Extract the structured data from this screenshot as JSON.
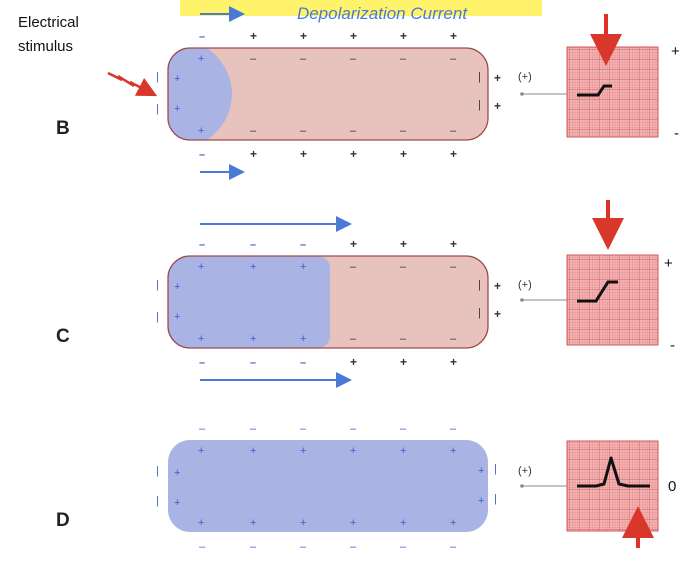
{
  "title": "Depolarization Current",
  "stimulus_label": [
    "Electrical",
    "stimulus"
  ],
  "panels": [
    {
      "label": "B",
      "ecg_top": "+",
      "ecg_bottom": "-",
      "electrode": "(+)"
    },
    {
      "label": "C",
      "ecg_top": "+",
      "ecg_bottom": "-",
      "electrode": "(+)"
    },
    {
      "label": "D",
      "ecg_right": "0",
      "electrode": "(+)"
    }
  ],
  "colors": {
    "depolarized": "#a9b3e4",
    "polarized": "#e8c3bd",
    "cell_border": "#a04a4a",
    "arrow": "#4a7ad6",
    "marker": "#e0302a",
    "highlight": "#fff36b",
    "grid_bg": "#f3b5b5",
    "grid_line": "#d86a6a"
  }
}
